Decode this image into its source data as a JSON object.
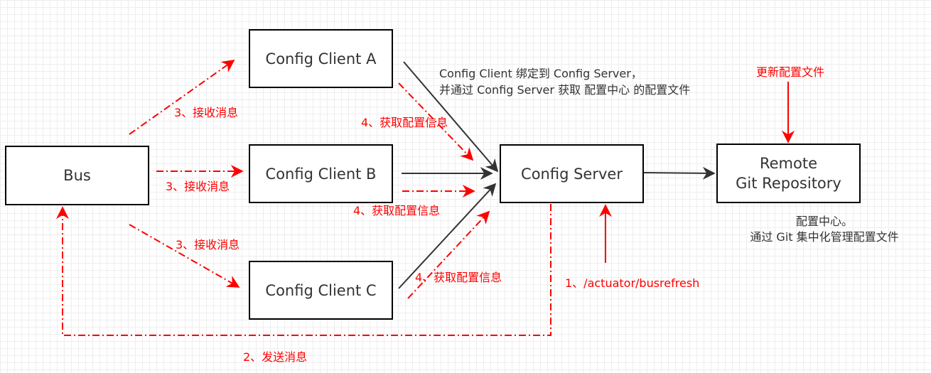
{
  "colors": {
    "signal": "#ff0000",
    "flow": "#333333",
    "box_border": "#000000"
  },
  "nodes": {
    "client_a": "Config Client A",
    "client_b": "Config Client B",
    "client_c": "Config Client C",
    "bus": "Bus",
    "server": "Config Server",
    "repo_line1": "Remote",
    "repo_line2": "Git Repository"
  },
  "labels": {
    "receive_top": "3、接收消息",
    "receive_mid": "3、接收消息",
    "receive_bottom": "3、接收消息",
    "fetch_a": "4、获取配置信息",
    "fetch_b": "4、获取配置信息",
    "fetch_c": "4、获取配置信息",
    "busrefresh": "1、/actuator/busrefresh",
    "send_message": "2、发送消息",
    "update_config": "更新配置文件",
    "client_note_line1": "Config Client 绑定到 Config Server，",
    "client_note_line2": "并通过 Config Server 获取 配置中心 的配置文件",
    "repo_note_line1": "配置中心。",
    "repo_note_line2": "通过 Git 集中化管理配置文件"
  }
}
